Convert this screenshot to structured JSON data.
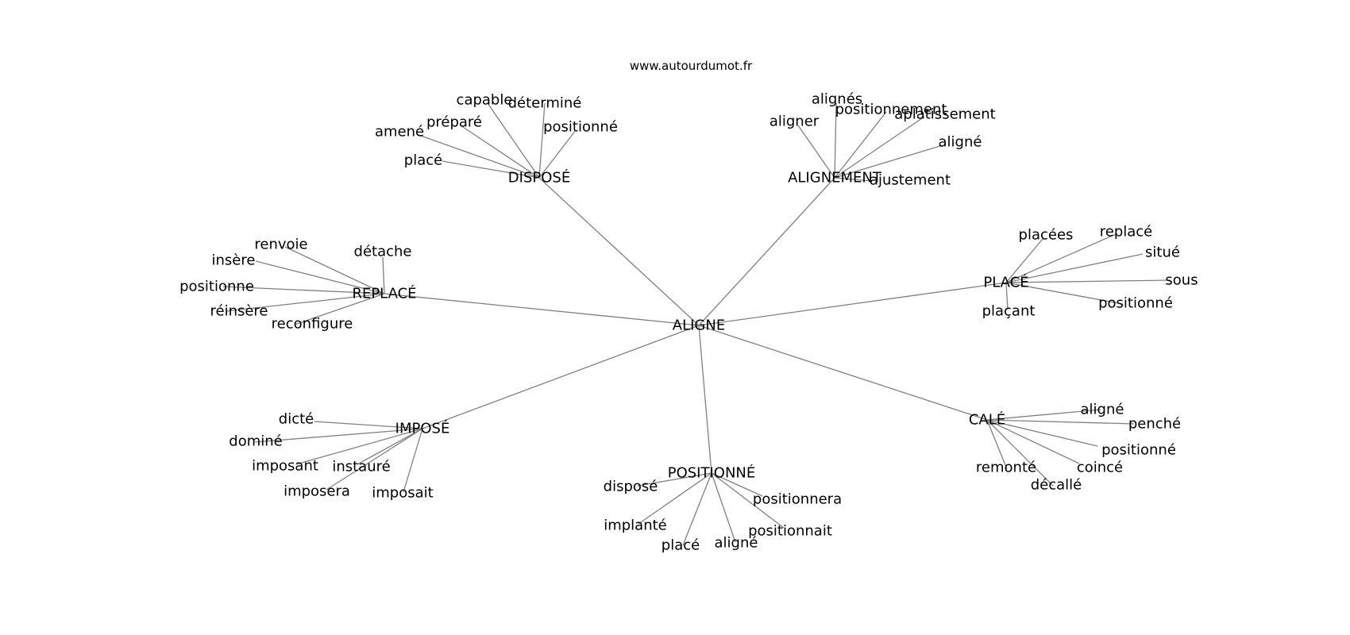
{
  "source": "www.autourdumot.fr",
  "graph": {
    "center": "ALIGNE",
    "groups": [
      {
        "hub": "DISPOSÉ",
        "leaves": [
          "capable",
          "déterminé",
          "préparé",
          "amené",
          "positionné",
          "placé"
        ]
      },
      {
        "hub": "ALIGNEMENT",
        "leaves": [
          "alignés",
          "positionnement",
          "aplatissement",
          "aligner",
          "aligné",
          "ajustement"
        ]
      },
      {
        "hub": "REPLACÉ",
        "leaves": [
          "renvoie",
          "insère",
          "détache",
          "positionne",
          "réinsère",
          "reconfigure"
        ]
      },
      {
        "hub": "PLACÉ",
        "leaves": [
          "placées",
          "replacé",
          "situé",
          "sous",
          "positionné",
          "plaçant"
        ]
      },
      {
        "hub": "IMPOSÉ",
        "leaves": [
          "dicté",
          "dominé",
          "imposant",
          "instauré",
          "imposera",
          "imposait"
        ]
      },
      {
        "hub": "POSITIONNÉ",
        "leaves": [
          "disposé",
          "positionnera",
          "implanté",
          "positionnait",
          "placé",
          "aligné"
        ]
      },
      {
        "hub": "CALÉ",
        "leaves": [
          "aligné",
          "penché",
          "positionné",
          "remonté",
          "coincé",
          "décallé"
        ]
      }
    ]
  }
}
